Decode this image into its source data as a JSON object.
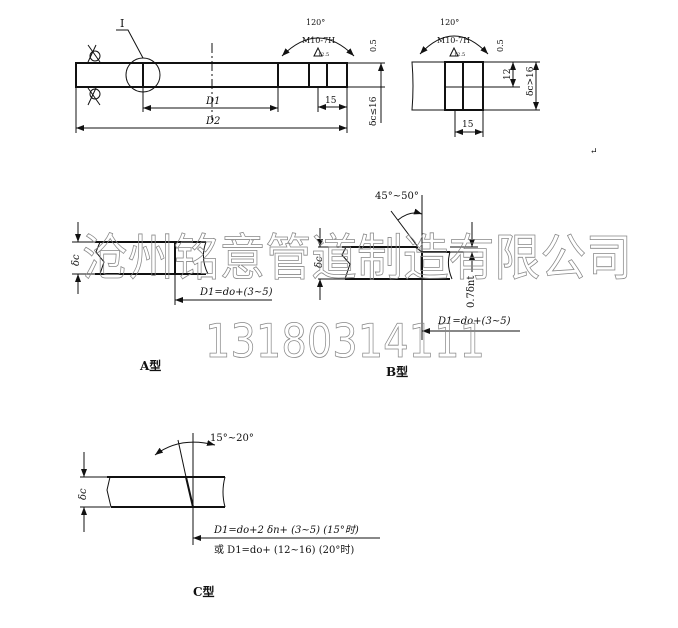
{
  "top_view": {
    "detail_marker": "I",
    "d1_label": "D1",
    "d2_label": "D2",
    "angle_label": "120°",
    "thread_label": "M10-7H",
    "roughness_label": "12.5",
    "offset_label": "0.5",
    "width_label": "15",
    "thickness_label": "δc≤16"
  },
  "detail_view": {
    "angle_label": "120°",
    "thread_label": "M10-7H",
    "roughness_label": "12.5",
    "offset_label": "0.5",
    "depth_label": "12",
    "thickness_label": "δc>16",
    "width_label": "15"
  },
  "type_a": {
    "thickness_label": "δc",
    "formula": "D1=do+(3~5)",
    "caption": "A型"
  },
  "type_b": {
    "angle_label": "45°~50°",
    "thickness_label": "δc",
    "bevel_label": "0.7δnt",
    "formula": "D1=do+(3~5)",
    "caption": "B型"
  },
  "type_c": {
    "angle_label": "15°~20°",
    "thickness_label": "δc",
    "formula_1": "D1=do+2 δn+ (3~5) (15°时)",
    "formula_2": "或 D1=do+ (12~16) (20°时)",
    "caption": "C型"
  },
  "watermark": {
    "company": "沧州铭意管道制造有限公司",
    "phone": "13180314111"
  },
  "misc": {
    "return_mark": "↵"
  }
}
